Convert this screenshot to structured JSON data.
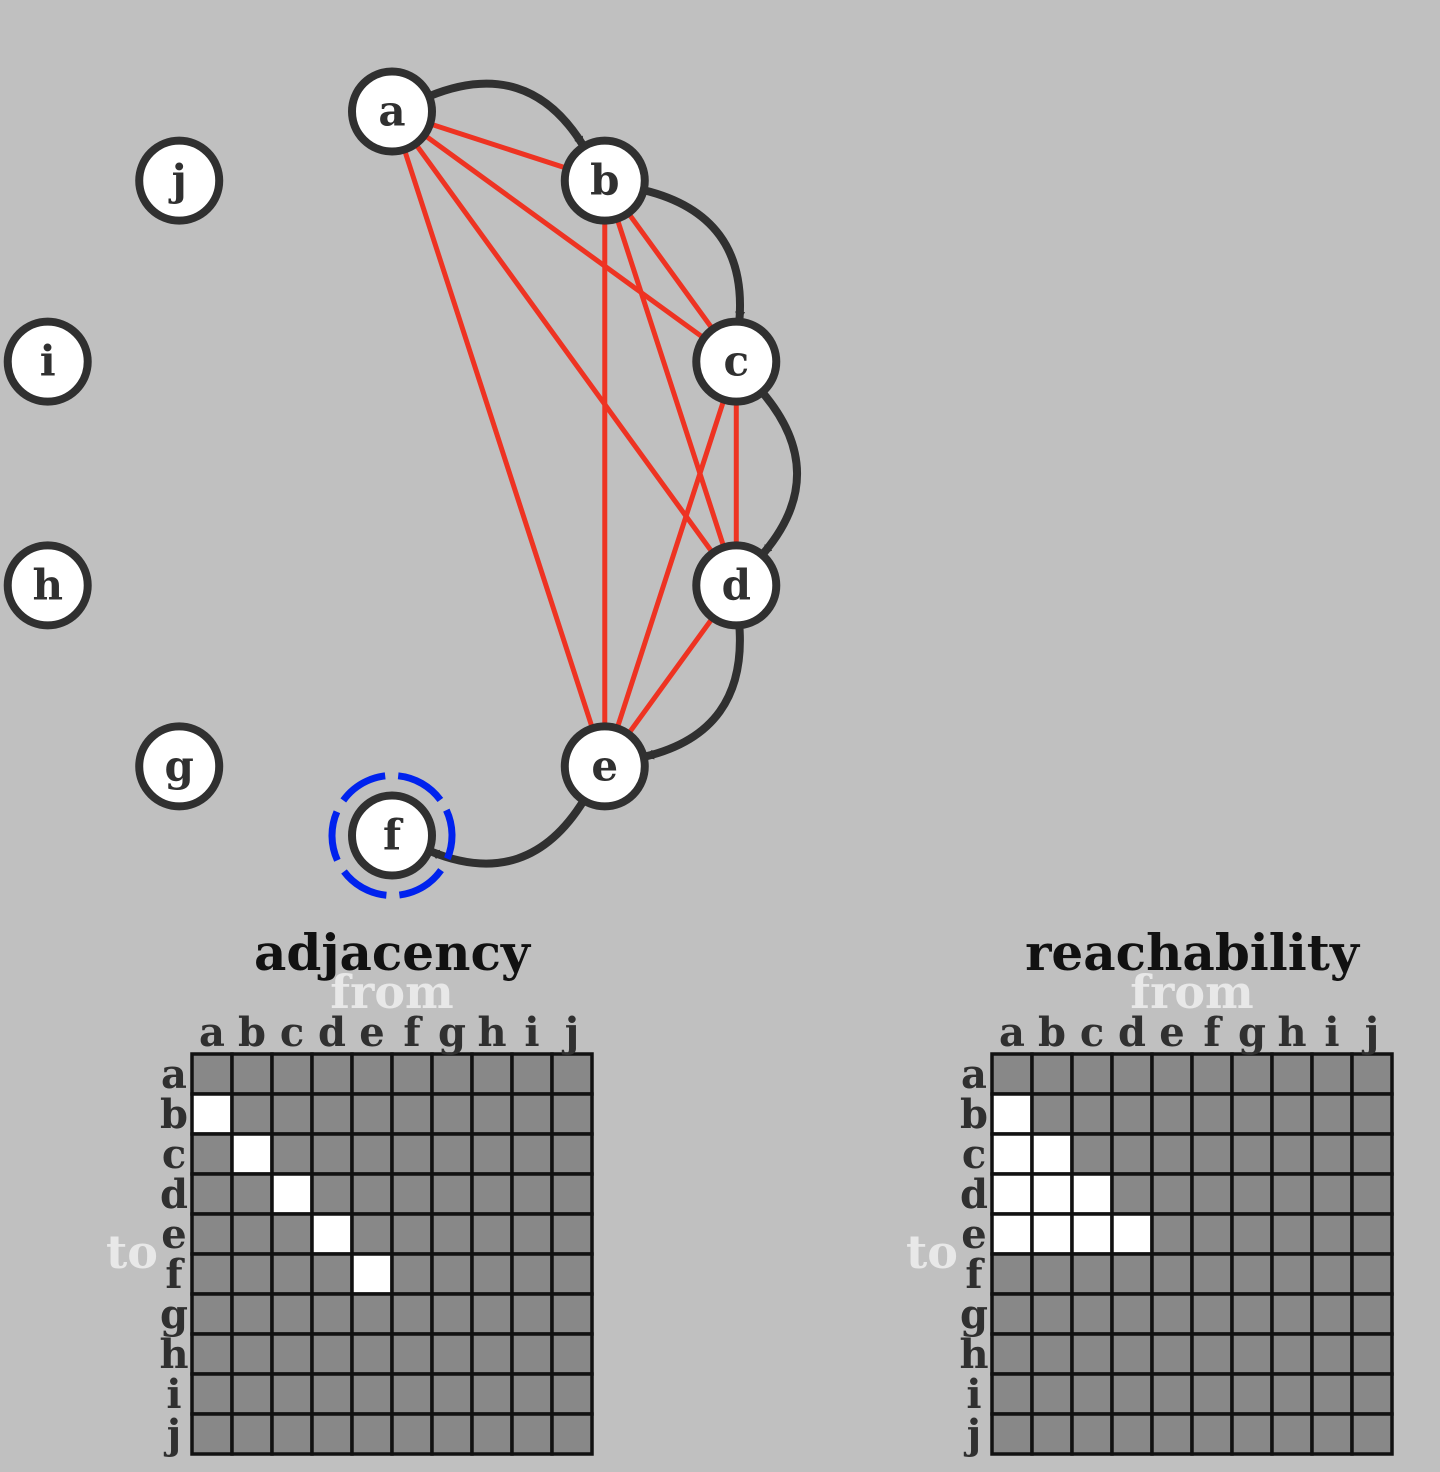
{
  "colors": {
    "background": "#c0c0c0",
    "node_fill": "#ffffff",
    "node_stroke": "#303030",
    "arc": "#303030",
    "red_edge": "#ee3322",
    "highlight": "#0022ee",
    "cell_off": "#888888",
    "cell_on": "#ffffff",
    "grid": "#111111"
  },
  "graph": {
    "nodes": [
      "a",
      "b",
      "c",
      "d",
      "e",
      "f",
      "g",
      "h",
      "i",
      "j"
    ],
    "directed_arcs": [
      [
        "a",
        "b"
      ],
      [
        "b",
        "c"
      ],
      [
        "c",
        "d"
      ],
      [
        "d",
        "e"
      ],
      [
        "e",
        "f"
      ]
    ],
    "reachability_edges": [
      [
        "a",
        "b"
      ],
      [
        "a",
        "c"
      ],
      [
        "a",
        "d"
      ],
      [
        "a",
        "e"
      ],
      [
        "b",
        "c"
      ],
      [
        "b",
        "d"
      ],
      [
        "b",
        "e"
      ],
      [
        "c",
        "d"
      ],
      [
        "c",
        "e"
      ],
      [
        "d",
        "e"
      ]
    ],
    "highlighted_node": "f"
  },
  "adjacency": {
    "title": "adjacency",
    "x_title": "from",
    "y_title": "to",
    "labels": [
      "a",
      "b",
      "c",
      "d",
      "e",
      "f",
      "g",
      "h",
      "i",
      "j"
    ],
    "on_cells": [
      [
        "b",
        "a"
      ],
      [
        "c",
        "b"
      ],
      [
        "d",
        "c"
      ],
      [
        "e",
        "d"
      ],
      [
        "f",
        "e"
      ]
    ]
  },
  "reachability": {
    "title": "reachability",
    "x_title": "from",
    "y_title": "to",
    "labels": [
      "a",
      "b",
      "c",
      "d",
      "e",
      "f",
      "g",
      "h",
      "i",
      "j"
    ],
    "on_cells": [
      [
        "b",
        "a"
      ],
      [
        "c",
        "a"
      ],
      [
        "c",
        "b"
      ],
      [
        "d",
        "a"
      ],
      [
        "d",
        "b"
      ],
      [
        "d",
        "c"
      ],
      [
        "e",
        "a"
      ],
      [
        "e",
        "b"
      ],
      [
        "e",
        "c"
      ],
      [
        "e",
        "d"
      ]
    ]
  }
}
